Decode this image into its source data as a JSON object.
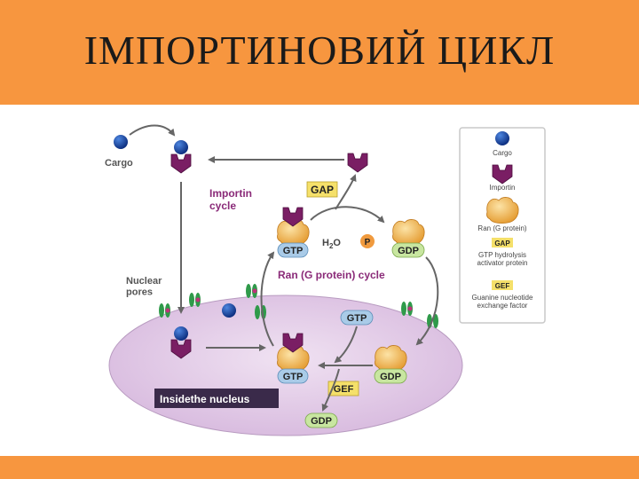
{
  "title": "ІМПОРТИНОВИЙ ЦИКЛ",
  "colors": {
    "accent": "#F7963F",
    "nucleus": "#DCC3E2",
    "importin": "#7A1E64",
    "cargo": "#1446A8",
    "ran_protein": "#F2B24A",
    "gtp_badge": "#A9CBE8",
    "gdp_badge": "#C8E6A0",
    "gap_gef_badge": "#F5E06A",
    "phosphate": "#F09A3E",
    "arrow": "#6a6a6a",
    "importin_label": "#8A2A78"
  },
  "diagram": {
    "cargo_label": "Cargo",
    "importin_cycle_label": "Importin\ncycle",
    "gap_label": "GAP",
    "gtp_label": "GTP",
    "gdp_label": "GDP",
    "gef_label": "GEF",
    "water_label": "H2O",
    "phosphate_label": "P",
    "ran_cycle_label": "Ran (G protein) cycle",
    "nuclear_pores_label": "Nuclear\npores",
    "nucleus_label": "Insidethe nucleus"
  },
  "legend": {
    "cargo": "Cargo",
    "importin": "Importin",
    "ran": "Ran (G protein)",
    "gap": "GAP",
    "gap_desc": "GTP hydrolysis\nactivator protein",
    "gef": "GEF",
    "gef_desc": "Guanine nucleotide\nexchange factor"
  }
}
